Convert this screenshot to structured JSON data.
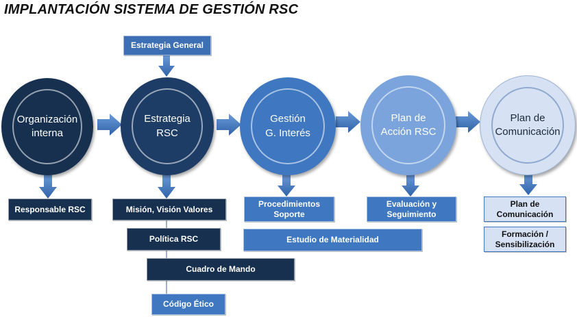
{
  "title": "IMPLANTACIÓN SISTEMA DE GESTIÓN RSC",
  "top_box": "Estrategia  General",
  "stages": [
    {
      "label": "Organización\ninterna",
      "color": "#17304f",
      "text_color": "#ffffff"
    },
    {
      "label": "Estrategia\nRSC",
      "color": "#1e3d66",
      "text_color": "#ffffff"
    },
    {
      "label": "Gestión\nG. Interés",
      "color": "#3f78c0",
      "text_color": "#ffffff"
    },
    {
      "label": "Plan de\nAcción RSC",
      "color": "#7ba4dc",
      "text_color": "#ffffff"
    },
    {
      "label": "Plan de\nComunicación",
      "color": "#d6e2f3",
      "text_color": "#1a2a3a"
    }
  ],
  "boxes": {
    "responsable": "Responsable RSC",
    "mision": "Misión, Visión Valores",
    "politica": "Política RSC",
    "cuadro": "Cuadro de Mando",
    "codigo": "Código Ético",
    "procedimientos": "Procedimientos\nSoporte",
    "materialidad": "Estudio de Materialidad",
    "evaluacion": "Evaluación y\nSeguimiento",
    "plan_comunicacion": "Plan de\nComunicación",
    "formacion": "Formación /\nSensibilización"
  },
  "colors": {
    "dark_navy": "#17304f",
    "mid_blue": "#3f78c0",
    "light_blue": "#6b9bd8",
    "pale_blue": "#d6e2f3",
    "arrow": "#3f78c0"
  }
}
